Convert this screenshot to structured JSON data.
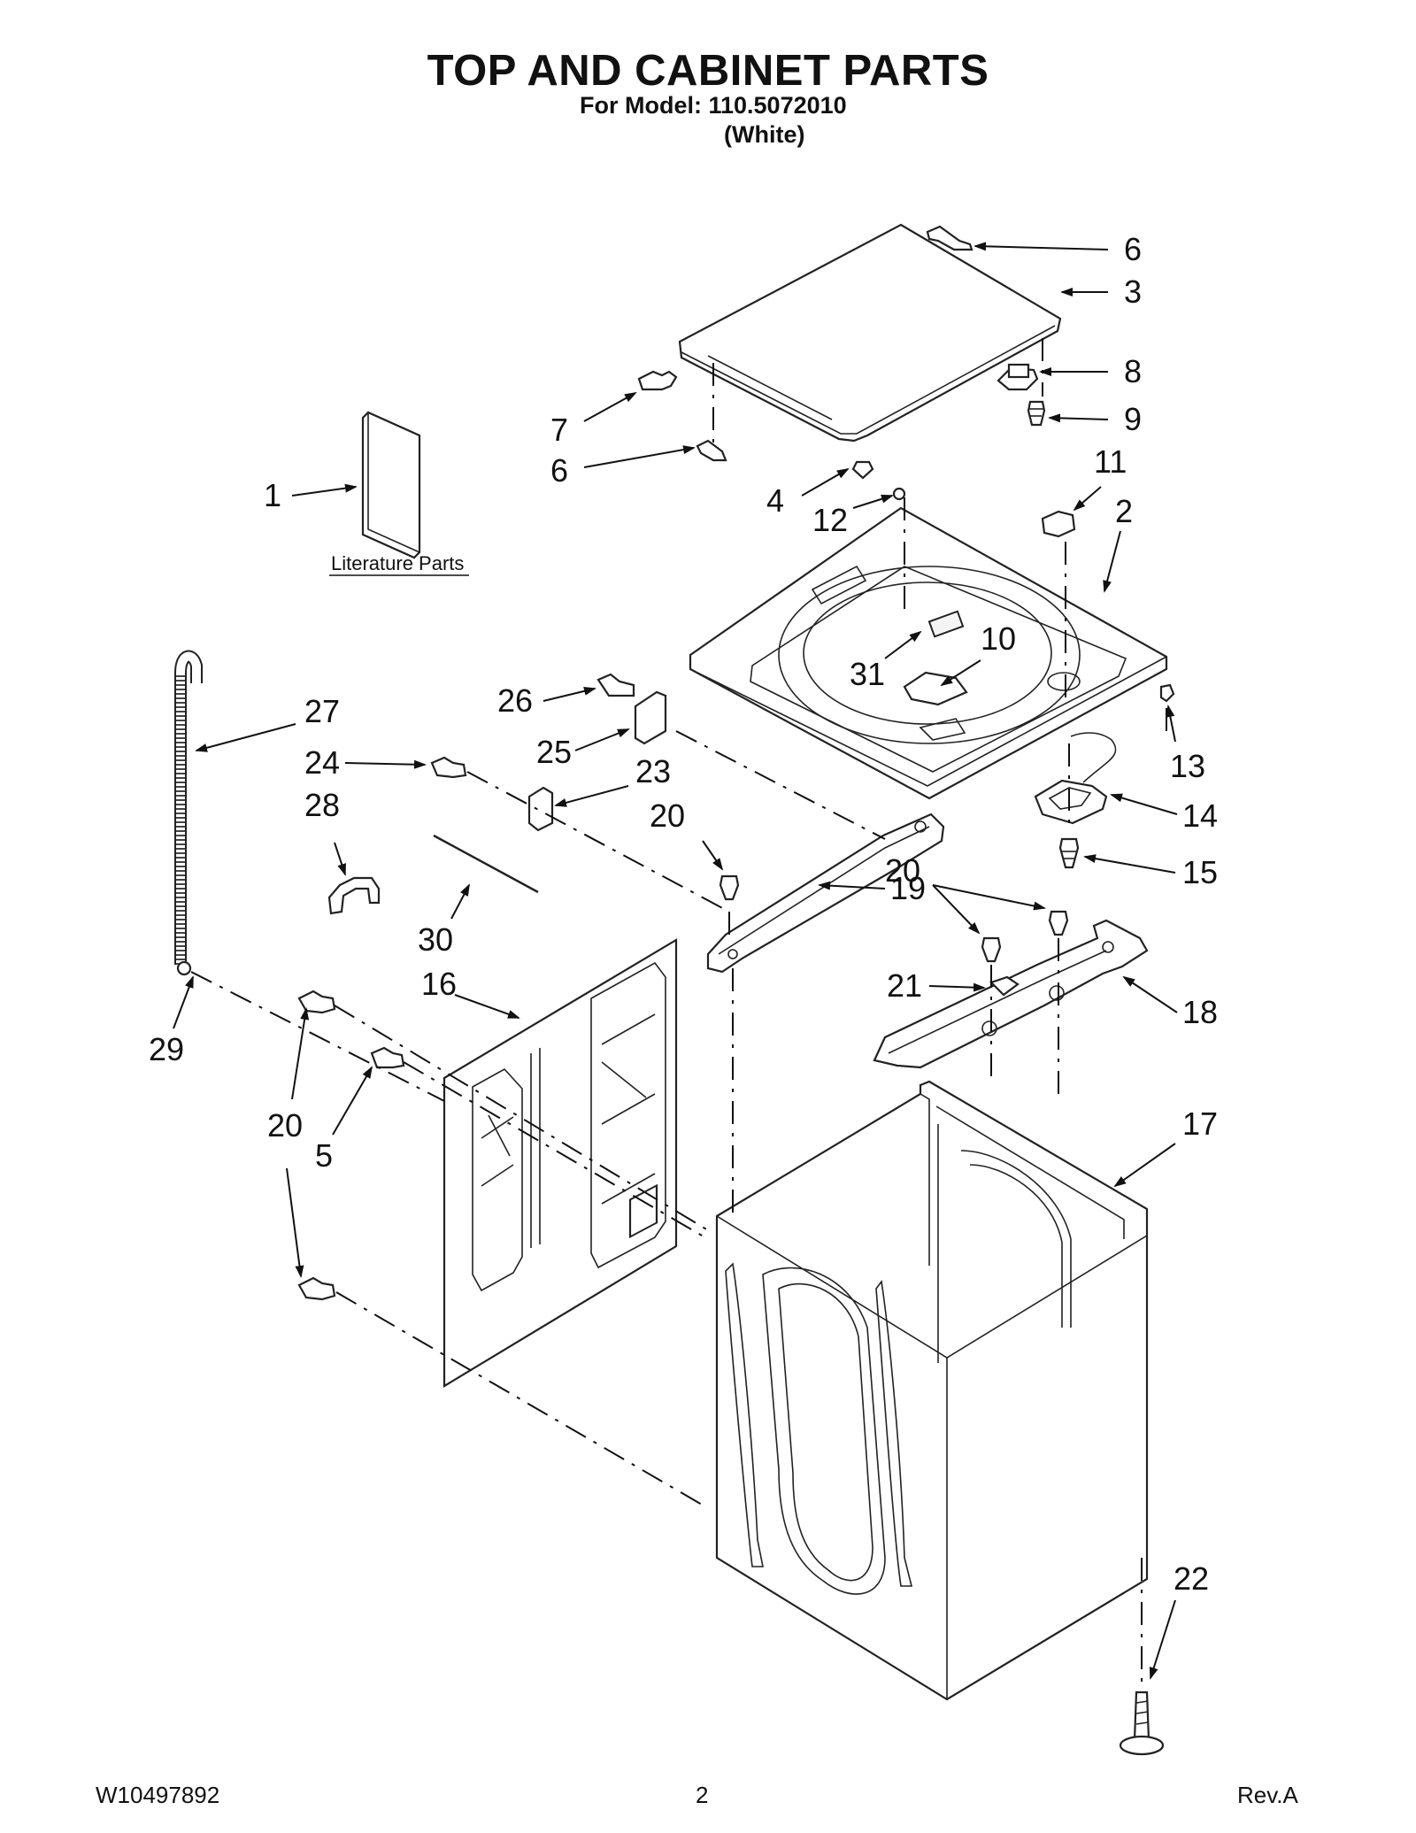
{
  "header": {
    "title": "TOP AND CABINET PARTS",
    "model_line": "For Model: 110.5072010",
    "color_line": "(White)"
  },
  "literature": {
    "label": "Literature Parts"
  },
  "callouts": [
    {
      "id": "c6a",
      "text": "6"
    },
    {
      "id": "c3",
      "text": "3"
    },
    {
      "id": "c8",
      "text": "8"
    },
    {
      "id": "c9",
      "text": "9"
    },
    {
      "id": "c7",
      "text": "7"
    },
    {
      "id": "c6b",
      "text": "6"
    },
    {
      "id": "c1",
      "text": "1"
    },
    {
      "id": "c11",
      "text": "11"
    },
    {
      "id": "c2",
      "text": "2"
    },
    {
      "id": "c4",
      "text": "4"
    },
    {
      "id": "c12",
      "text": "12"
    },
    {
      "id": "c10",
      "text": "10"
    },
    {
      "id": "c31",
      "text": "31"
    },
    {
      "id": "c13",
      "text": "13"
    },
    {
      "id": "c26",
      "text": "26"
    },
    {
      "id": "c27",
      "text": "27"
    },
    {
      "id": "c25",
      "text": "25"
    },
    {
      "id": "c24",
      "text": "24"
    },
    {
      "id": "c23",
      "text": "23"
    },
    {
      "id": "c28",
      "text": "28"
    },
    {
      "id": "c20a",
      "text": "20"
    },
    {
      "id": "c14",
      "text": "14"
    },
    {
      "id": "c15",
      "text": "15"
    },
    {
      "id": "c20b",
      "text": "20"
    },
    {
      "id": "c19",
      "text": "19"
    },
    {
      "id": "c30",
      "text": "30"
    },
    {
      "id": "c16",
      "text": "16"
    },
    {
      "id": "c21",
      "text": "21"
    },
    {
      "id": "c18",
      "text": "18"
    },
    {
      "id": "c29",
      "text": "29"
    },
    {
      "id": "c17",
      "text": "17"
    },
    {
      "id": "c20c",
      "text": "20"
    },
    {
      "id": "c5",
      "text": "5"
    },
    {
      "id": "c22",
      "text": "22"
    }
  ],
  "footer": {
    "doc_number": "W10497892",
    "page": "2",
    "revision": "Rev.A"
  }
}
